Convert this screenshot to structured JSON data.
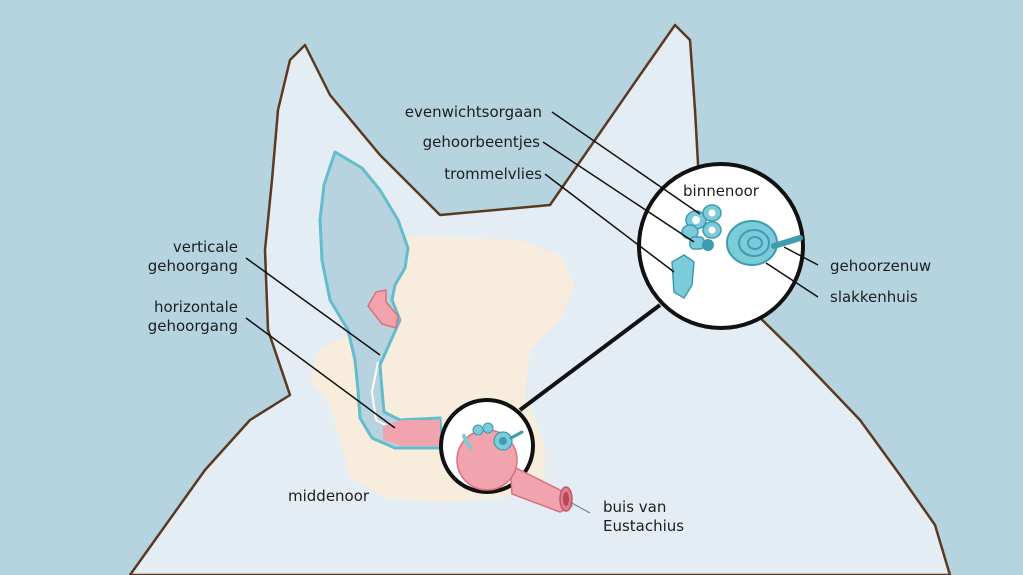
{
  "labels": {
    "evenwichtsorgaan": "evenwichtsorgaan",
    "gehoorbeentjes": "gehoorbeentjes",
    "trommelvlies": "trommelvlies",
    "binnenoor": "binnenoor",
    "gehoorzenuw": "gehoorzenuw",
    "slakkenhuis": "slakkenhuis",
    "verticale_1": "verticale",
    "verticale_2": "gehoorgang",
    "horizontale_1": "horizontale",
    "horizontale_2": "gehoorgang",
    "middenoor": "middenoor",
    "buis_1": "buis van",
    "buis_2": "Eustachius"
  },
  "colors": {
    "background": "#b6d4df",
    "head": "#e4ecf4",
    "outline": "#5a3a22",
    "tissue": "#f8ecdc",
    "canal_fill": "#b7d3df",
    "canal_edge": "#64bccc",
    "pink": "#f2a4ae",
    "pink_dark": "#d8707e",
    "inner_ear": "#7ccbd9",
    "inner_ear_dark": "#3e9cb0",
    "line": "#111111"
  }
}
